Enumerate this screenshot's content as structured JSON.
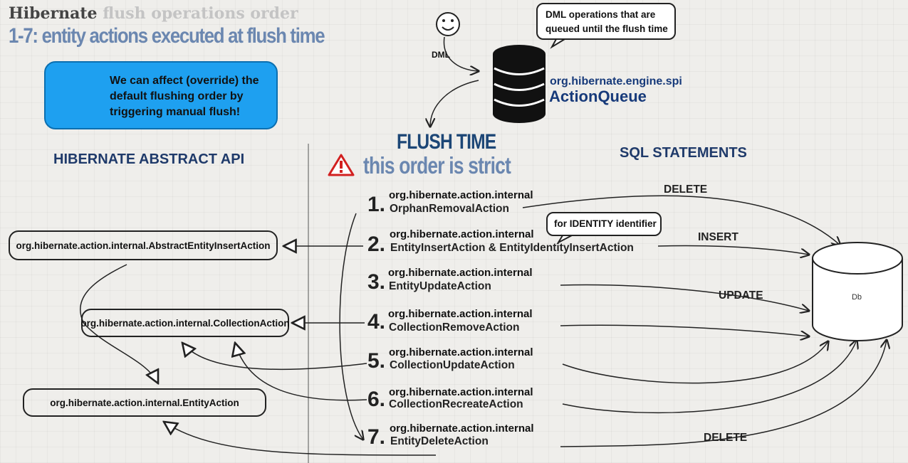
{
  "header": {
    "title_bold": "Hibernate",
    "title_light": "flush operations order",
    "subtitle": "1-7: entity actions executed at flush time"
  },
  "tip": {
    "text": "We can affect (override) the default flushing order by triggering manual flush!",
    "icon": "stopwatch-icon"
  },
  "queue": {
    "bubble": "DML operations that are queued until the flush time",
    "dml_label": "DML",
    "package": "org.hibernate.engine.spi",
    "name": "ActionQueue"
  },
  "flush": {
    "heading": "FLUSH TIME",
    "subheading": "this order is strict"
  },
  "columns": {
    "left": "HIBERNATE ABSTRACT API",
    "right": "SQL STATEMENTS"
  },
  "actions": [
    {
      "number": "1.",
      "package": "org.hibernate.action.internal",
      "name": "OrphanRemovalAction"
    },
    {
      "number": "2.",
      "package": "org.hibernate.action.internal",
      "name": "EntityInsertAction & EntityIdentityInsertAction"
    },
    {
      "number": "3.",
      "package": "org.hibernate.action.internal",
      "name": "EntityUpdateAction"
    },
    {
      "number": "4.",
      "package": "org.hibernate.action.internal",
      "name": "CollectionRemoveAction"
    },
    {
      "number": "5.",
      "package": "org.hibernate.action.internal",
      "name": "CollectionUpdateAction"
    },
    {
      "number": "6.",
      "package": "org.hibernate.action.internal",
      "name": "CollectionRecreateAction"
    },
    {
      "number": "7.",
      "package": "org.hibernate.action.internal",
      "name": "EntityDeleteAction"
    }
  ],
  "identity_note": "for IDENTITY identifier",
  "api_classes": {
    "abstract_insert": "org.hibernate.action.internal.AbstractEntityInsertAction",
    "collection": "org.hibernate.action.internal.CollectionAction",
    "entity": "org.hibernate.action.internal.EntityAction"
  },
  "sql": {
    "delete_top": "DELETE",
    "insert": "INSERT",
    "update": "UPDATE",
    "delete_bottom": "DELETE"
  },
  "db_label": "Db",
  "colors": {
    "tip_background": "#1ea0f0",
    "heading_blue": "#1f3a6a",
    "subtitle_blue": "#6b87b0",
    "warning_red": "#d22020"
  }
}
